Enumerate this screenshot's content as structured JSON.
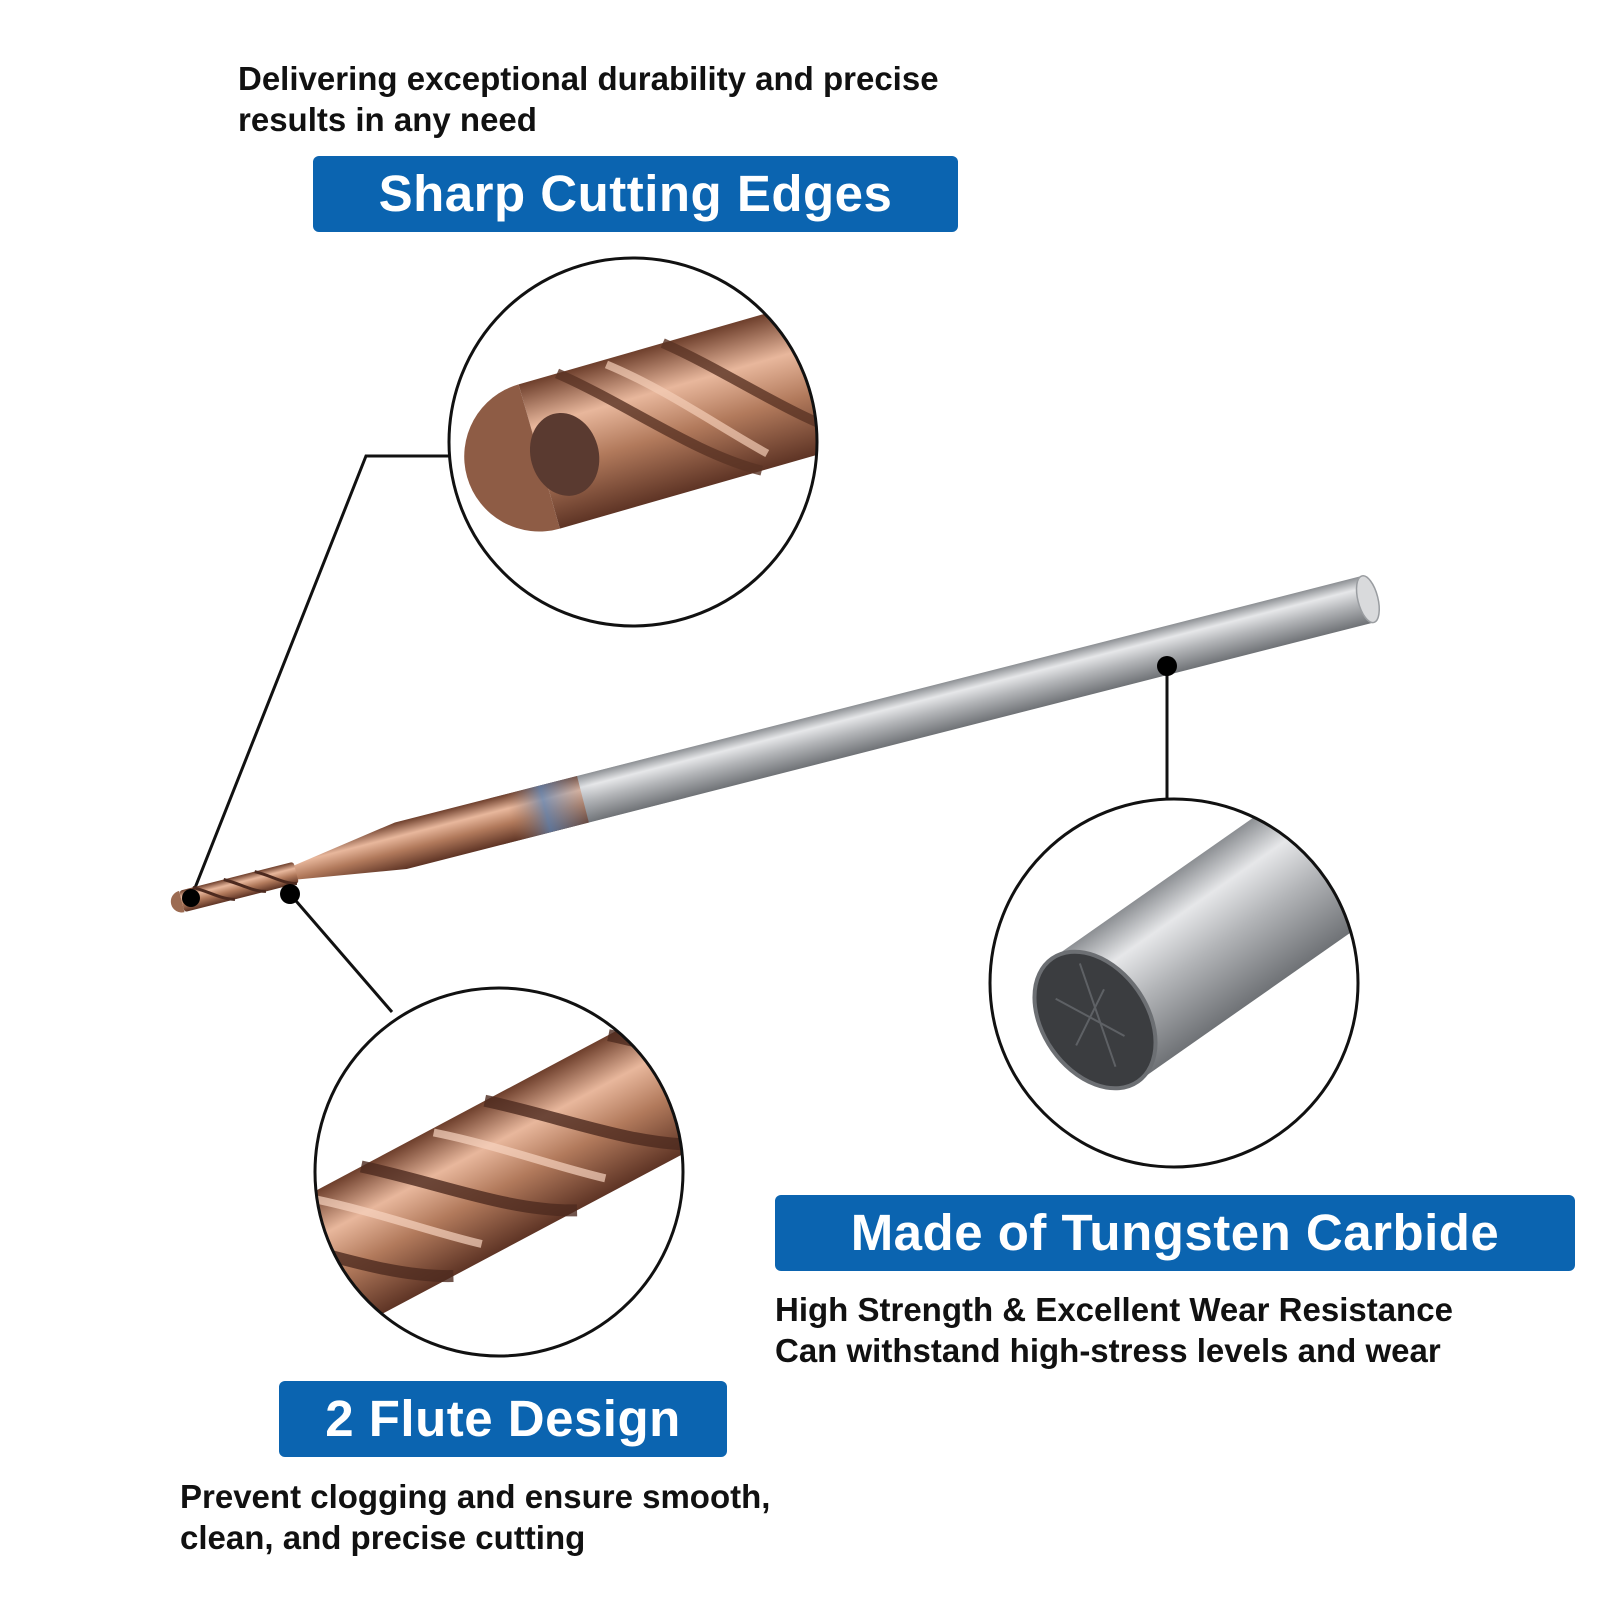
{
  "colors": {
    "badge_blue": "#0b64b0",
    "copper": "#b27a5c",
    "steel": "#b5b7ba",
    "line": "#111111"
  },
  "top_callout": {
    "description_lines": [
      "Delivering exceptional durability and precise",
      "results in any need"
    ],
    "badge": "Sharp Cutting Edges"
  },
  "right_callout": {
    "badge": "Made of Tungsten Carbide",
    "description_lines": [
      "High Strength & Excellent Wear Resistance",
      "Can withstand high-stress levels and wear"
    ]
  },
  "bottom_callout": {
    "badge": "2 Flute Design",
    "description_lines": [
      "Prevent clogging and ensure smooth,",
      "clean, and precise cutting"
    ]
  },
  "magnifiers": [
    {
      "subject": "ball-nose cutting tip close-up"
    },
    {
      "subject": "flute spiral close-up"
    },
    {
      "subject": "shank end close-up"
    }
  ]
}
